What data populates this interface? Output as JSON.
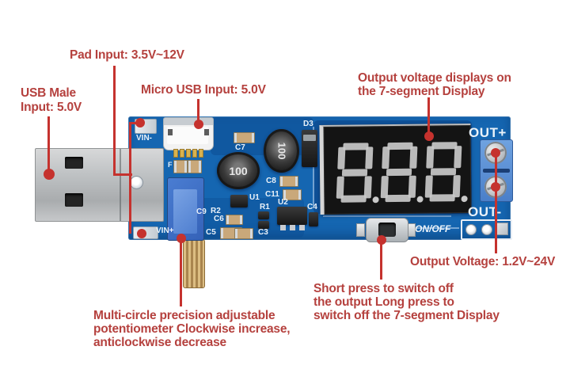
{
  "product": {
    "description": "DC-DC USB boost buck converter module with 7-segment voltmeter, annotated product diagram"
  },
  "annotations": {
    "pad_input": {
      "text": "Pad Input: 3.5V~12V"
    },
    "usb_male": {
      "line1": "USB Male",
      "line2": "Input: 5.0V"
    },
    "micro_usb": {
      "text": "Micro USB Input: 5.0V"
    },
    "display_note": {
      "line1": "Output voltage displays on",
      "line2": "the 7-segment Display"
    },
    "output_voltage": {
      "text": "Output Voltage: 1.2V~24V"
    },
    "switch_note": {
      "line1": "Short press to switch off",
      "line2": "the output Long press to",
      "line3": "switch off the 7-segment Display"
    },
    "pot_note": {
      "line1": "Multi-circle precision adjustable",
      "line2": "potentiometer Clockwise increase,",
      "line3": "anticlockwise decrease"
    }
  },
  "board": {
    "silkscreen": {
      "vin_minus": "VIN-",
      "vin_plus": "VIN+",
      "out_plus": "OUT+",
      "out_minus": "OUT-",
      "on_off": "ON/OFF",
      "f1": "F",
      "c7": "C7",
      "c8": "C8",
      "c9": "C9",
      "c11": "C11",
      "c3": "C3",
      "c4": "C4",
      "c5": "C5",
      "c6": "C6",
      "r1": "R1",
      "r2": "R2",
      "u1": "U1",
      "u2": "U2",
      "d3": "D3"
    },
    "inductor1_label": "100",
    "inductor2_label": "100",
    "display": {
      "digit_count": 3,
      "state": "off"
    },
    "colors": {
      "pcb": "#1566b1",
      "pcb_dark": "#0d4f97",
      "terminal_blue": "#5b93d8",
      "annotation_text": "#b5413e",
      "annotation_line": "#c5322e",
      "silkscreen": "#eaf2f9",
      "usb_metal": "#bcbfc1",
      "brass": "#c9a362",
      "display_off_segment": "#c9c9c9"
    }
  }
}
